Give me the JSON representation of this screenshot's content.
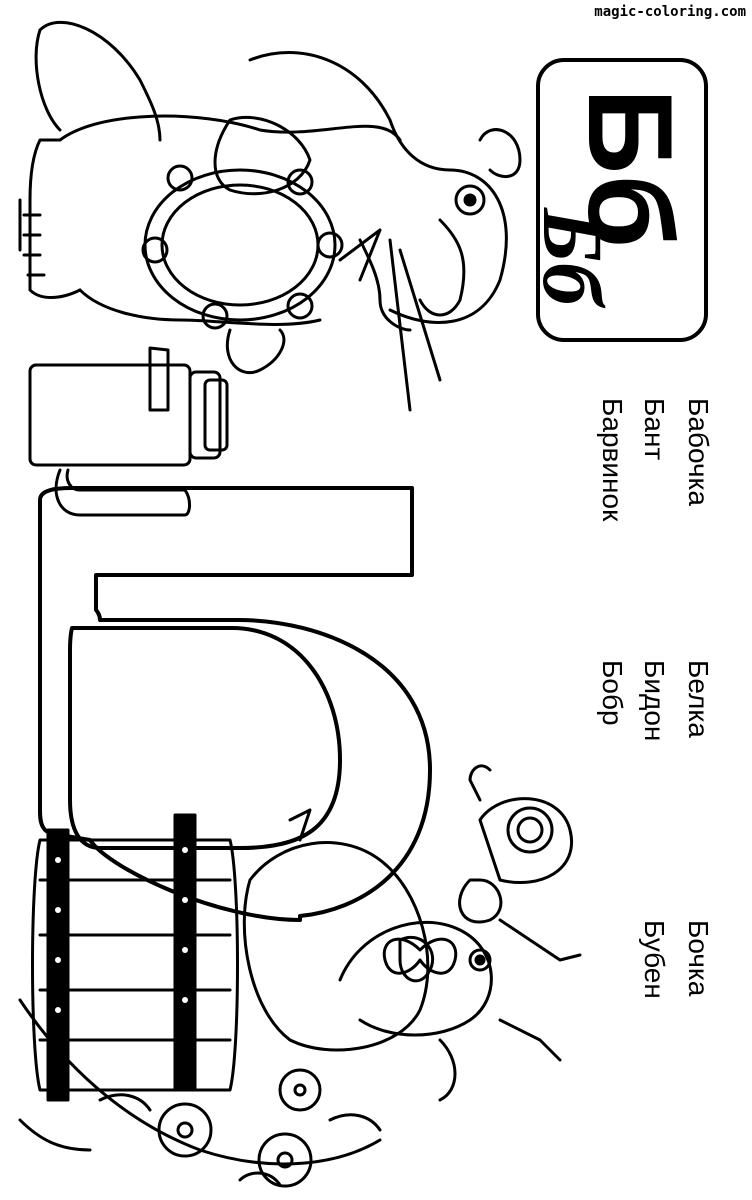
{
  "watermark": "magic-coloring.com",
  "badge": {
    "upper": "Бб",
    "script": "Бб"
  },
  "words": {
    "col1": [
      "Бабочка",
      "Бант",
      "Барвинок"
    ],
    "col2": [
      "Белка",
      "Бидон",
      "Бобр"
    ],
    "col3": [
      "Бочка",
      "Бубен"
    ]
  },
  "icons": [
    "beaver-icon",
    "tambourine-icon",
    "milk-can-icon",
    "barrel-icon",
    "squirrel-icon",
    "butterfly-icon",
    "periwinkle-flowers-icon",
    "bow-icon"
  ]
}
